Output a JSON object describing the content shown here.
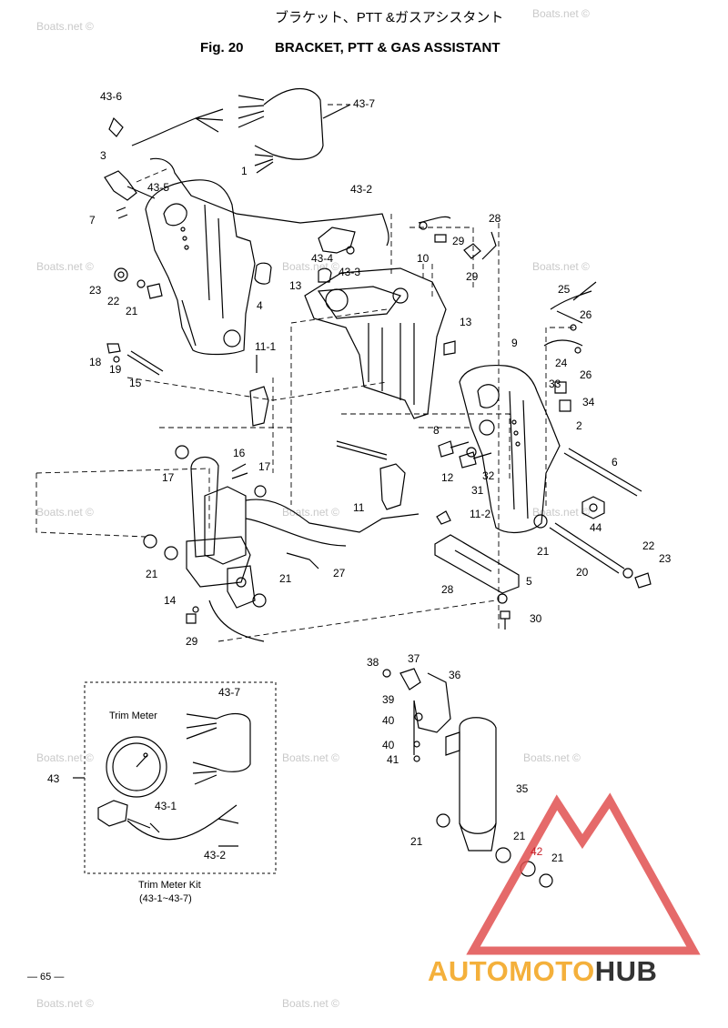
{
  "header": {
    "jp_title": "ブラケット、PTT &ガスアシスタント",
    "fig_label": "Fig. 20",
    "en_title": "BRACKET, PTT & GAS ASSISTANT"
  },
  "watermark": "Boats.net ©",
  "part_labels": {
    "p43_6": "43-6",
    "p43_7": "43-7",
    "p3": "3",
    "p43_5": "43-5",
    "p1": "1",
    "p7": "7",
    "p43_2": "43-2",
    "p28a": "28",
    "p29a": "29",
    "p29b": "29",
    "p43_4": "43-4",
    "p43_3": "43-3",
    "p10": "10",
    "p23a": "23",
    "p22a": "22",
    "p21a": "21",
    "p4": "4",
    "p13a": "13",
    "p13b": "13",
    "p25": "25",
    "p26a": "26",
    "p26b": "26",
    "p24": "24",
    "p9": "9",
    "p18": "18",
    "p19": "19",
    "p15": "15",
    "p11_1": "11-1",
    "p33": "33",
    "p34": "34",
    "p8": "8",
    "p2": "2",
    "p16": "16",
    "p17a": "17",
    "p17b": "17",
    "p12": "12",
    "p32": "32",
    "p31": "31",
    "p6": "6",
    "p11": "11",
    "p11_2": "11-2",
    "p44": "44",
    "p21b": "21",
    "p21c": "21",
    "p22b": "22",
    "p23b": "23",
    "p27": "27",
    "p20": "20",
    "p5": "5",
    "p14": "14",
    "p21d": "21",
    "p28b": "28",
    "p30": "30",
    "p29c": "29",
    "p38": "38",
    "p37": "37",
    "p36": "36",
    "p39": "39",
    "p40a": "40",
    "p40b": "40",
    "p41": "41",
    "p35": "35",
    "p21e": "21",
    "p21f": "21",
    "p42": "42",
    "p21g": "21",
    "k43_7": "43-7",
    "k43": "43",
    "k43_1": "43-1",
    "k43_2": "43-2",
    "trim_meter": "Trim Meter"
  },
  "kit": {
    "caption_line1": "Trim Meter Kit",
    "caption_line2": "(43-1~43-7)"
  },
  "footer": {
    "page_number": "— 65 —",
    "brand_left": "AUTOMOTO",
    "brand_right": "HUB"
  },
  "colors": {
    "ink": "#000000",
    "highlight": "#c8202a",
    "watermark": "#c9c9c9",
    "logo_red": "#e05050",
    "logo_orange": "#f4b03b",
    "logo_dark": "#333333"
  }
}
